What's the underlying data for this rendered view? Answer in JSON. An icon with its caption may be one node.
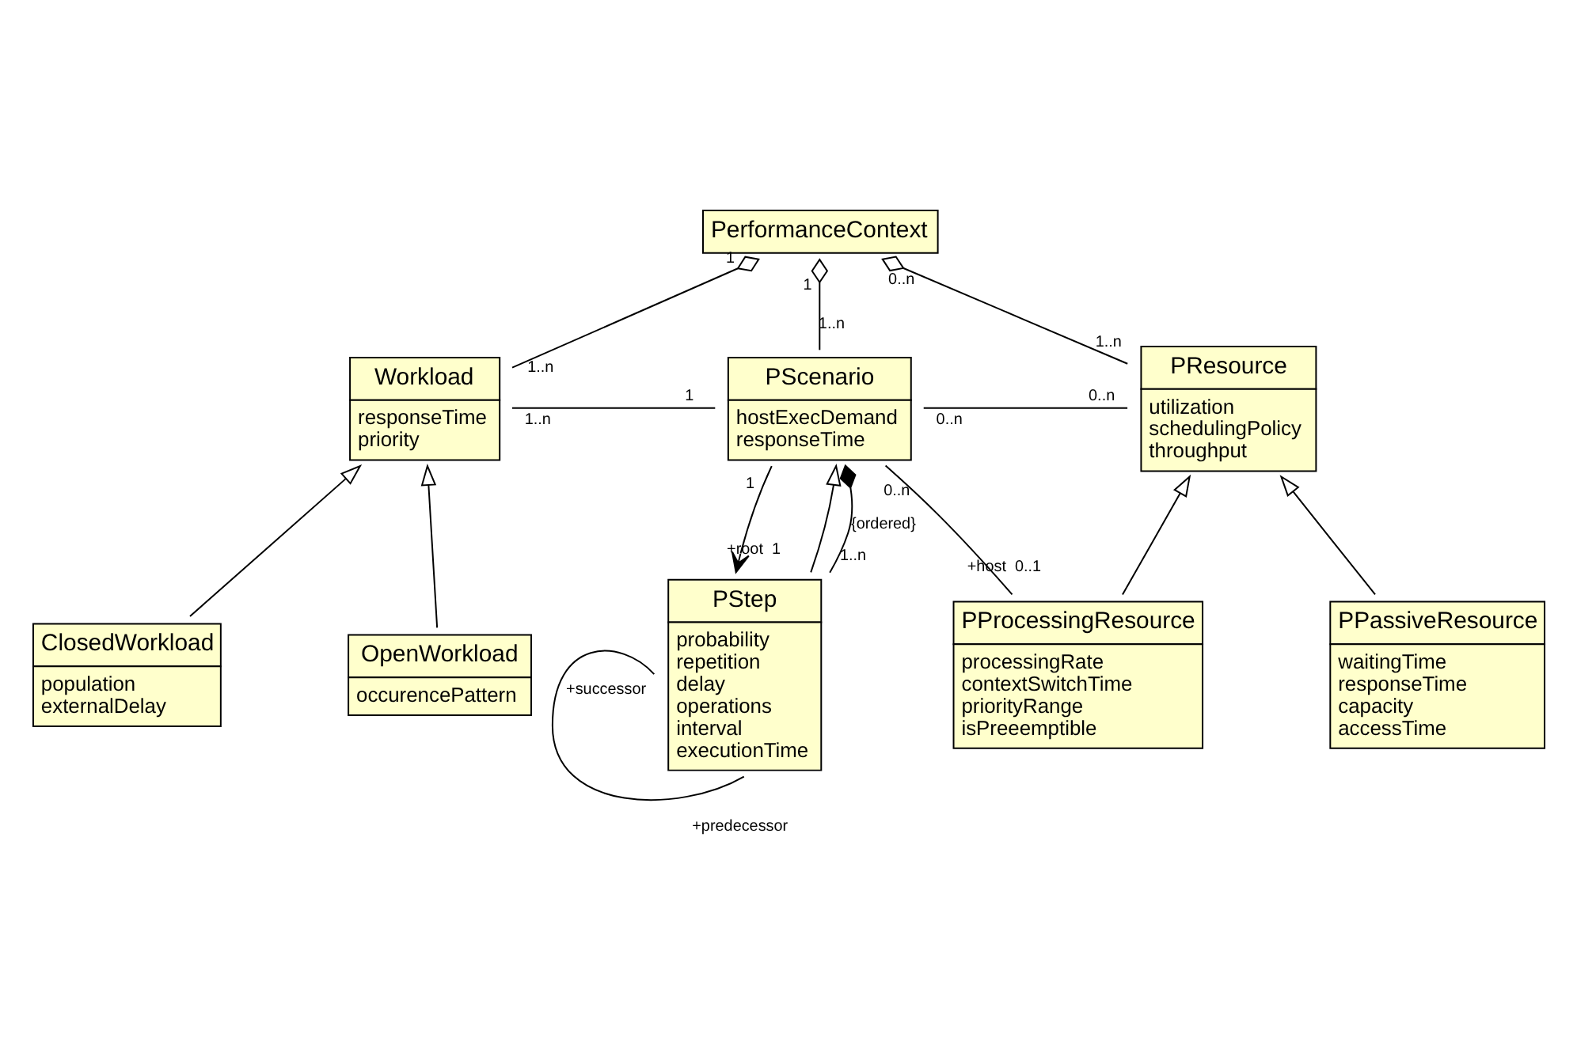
{
  "diagram": {
    "nodes": [
      {
        "text": [
          "PerformanceContext"
        ]
      },
      {
        "text": [
          "Workload",
          "responseTime",
          "priority"
        ]
      },
      {
        "text": [
          "PScenario",
          "hostExecDemand",
          "responseTime"
        ]
      },
      {
        "text": [
          "PResource",
          "utilization",
          "schedulingPolicy",
          "throughput"
        ]
      },
      {
        "text": [
          "ClosedWorkload",
          "population",
          "externalDelay"
        ]
      },
      {
        "text": [
          "OpenWorkload",
          "occurencePattern"
        ]
      },
      {
        "text": [
          "PStep",
          "probability",
          "repetition",
          "delay",
          "operations",
          "interval",
          "executionTime"
        ]
      },
      {
        "text": [
          "PProcessingResource",
          "processingRate",
          "contextSwitchTime",
          "priorityRange",
          "isPreeemptible"
        ]
      },
      {
        "text": [
          "PPassiveResource",
          "waitingTime",
          "responseTime",
          "capacity",
          "accessTime"
        ]
      }
    ],
    "edges": [
      {
        "from": 1,
        "to": 0,
        "arrow": "other"
      },
      {
        "from": 2,
        "to": 0,
        "arrow": "other"
      },
      {
        "from": 3,
        "to": 0,
        "arrow": "other"
      },
      {
        "from": 1,
        "to": 2,
        "arrow": "none"
      },
      {
        "from": 2,
        "to": 3,
        "arrow": "none"
      },
      {
        "from": 4,
        "to": 1,
        "arrow": "to"
      },
      {
        "from": 5,
        "to": 1,
        "arrow": "to"
      },
      {
        "from": 2,
        "to": 6,
        "arrow": "to"
      },
      {
        "from": 6,
        "to": 2,
        "arrow": "to"
      },
      {
        "from": 6,
        "to": 2,
        "arrow": "other",
        "label": "{ordered}"
      },
      {
        "from": 6,
        "to": 6,
        "arrow": "none"
      },
      {
        "from": 2,
        "to": 7,
        "arrow": "none"
      },
      {
        "from": 7,
        "to": 3,
        "arrow": "to"
      },
      {
        "from": 8,
        "to": 3,
        "arrow": "to"
      }
    ],
    "labels": [
      "1",
      "0..n",
      "1",
      "1..n",
      "1..n",
      "1..n",
      "1..n",
      "1",
      "0..n",
      "0..n",
      "0..n",
      "1",
      "+root",
      "1",
      "1..n",
      "+successor",
      "+predecessor",
      "+host",
      "0..1"
    ]
  }
}
